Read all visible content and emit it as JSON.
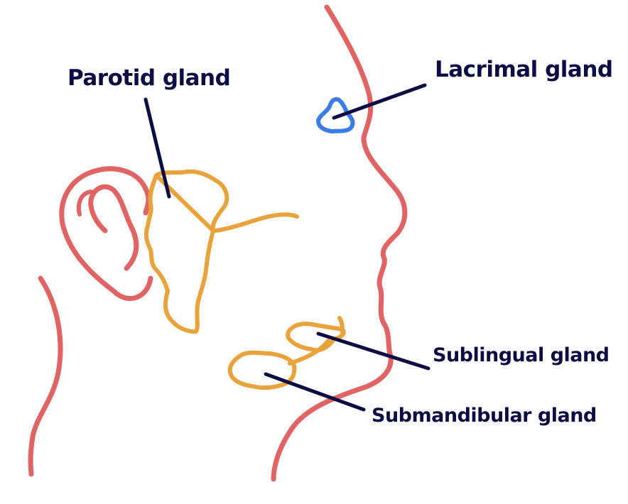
{
  "labels": {
    "parotid": "Parotid gland",
    "lacrimal": "Lacrimal gland",
    "sublingual": "Sublingual gland",
    "submandibular": "Submandibular gland"
  },
  "colors": {
    "outline": "#e06464",
    "gland": "#e9a33c",
    "lacrimal": "#3b7de8",
    "pointer": "#0d0d45",
    "text": "#0d0d45",
    "background": "#ffffff"
  }
}
